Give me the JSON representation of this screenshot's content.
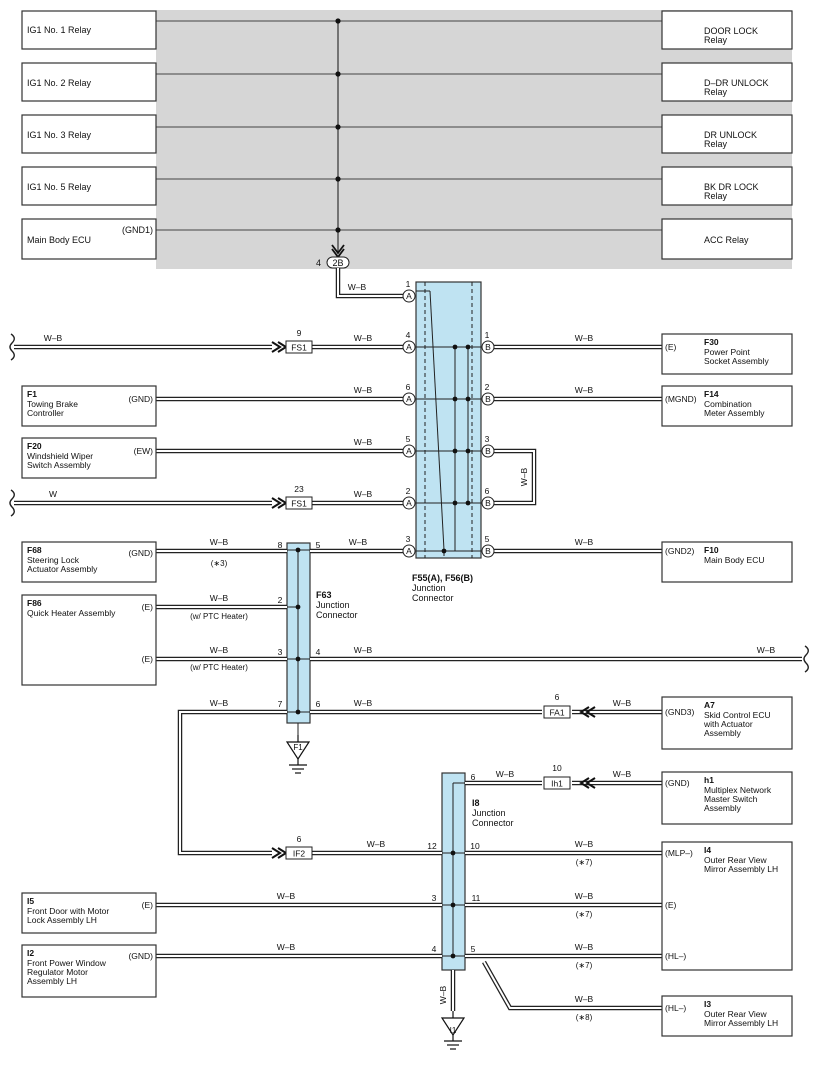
{
  "relays_left": [
    {
      "label": "IG1 No. 1 Relay"
    },
    {
      "label": "IG1 No. 2 Relay"
    },
    {
      "label": "IG1 No. 3 Relay"
    },
    {
      "label": "IG1 No. 5 Relay"
    },
    {
      "label": "Main Body ECU",
      "pin": "(GND1)"
    }
  ],
  "relays_right": [
    {
      "l1": "DOOR LOCK",
      "l2": "Relay"
    },
    {
      "l1": "D–DR UNLOCK",
      "l2": "Relay"
    },
    {
      "l1": "DR UNLOCK",
      "l2": "Relay"
    },
    {
      "l1": "BK DR LOCK",
      "l2": "Relay"
    },
    {
      "l1": "ACC Relay",
      "l2": ""
    }
  ],
  "joint": {
    "num": "4",
    "code": "2B"
  },
  "wire": {
    "wb": "W–B",
    "w": "W"
  },
  "jc_main": {
    "id": "F55(A), F56(B)",
    "name1": "Junction",
    "name2": "Connector",
    "pa": "A",
    "pb": "B"
  },
  "jc_f63": {
    "id": "F63",
    "name1": "Junction",
    "name2": "Connector"
  },
  "jc_i8": {
    "id": "I8",
    "name1": "Junction",
    "name2": "Connector"
  },
  "ground_f1": "F1",
  "ground_i1": "I1",
  "connectors": {
    "fs1": "FS1",
    "fa1": "FA1",
    "ih1": "Ih1",
    "if2": "IF2"
  },
  "components": {
    "f1": {
      "id": "F1",
      "l1": "Towing Brake",
      "l2": "Controller",
      "pin": "(GND)"
    },
    "f20": {
      "id": "F20",
      "l1": "Windshield Wiper",
      "l2": "Switch Assembly",
      "pin": "(EW)"
    },
    "f68": {
      "id": "F68",
      "l1": "Steering Lock",
      "l2": "Actuator Assembly",
      "pin": "(GND)"
    },
    "f86": {
      "id": "F86",
      "l1": "Quick Heater Assembly",
      "pin": "(E)",
      "pin2": "(E)"
    },
    "i5": {
      "id": "I5",
      "l1": "Front Door with Motor",
      "l2": "Lock Assembly LH",
      "pin": "(E)"
    },
    "i2": {
      "id": "I2",
      "l1": "Front Power Window",
      "l2": "Regulator Motor",
      "l3": "Assembly LH",
      "pin": "(GND)"
    },
    "f30": {
      "id": "F30",
      "l1": "Power Point",
      "l2": "Socket Assembly",
      "pin": "(E)"
    },
    "f14": {
      "id": "F14",
      "l1": "Combination",
      "l2": "Meter Assembly",
      "pin": "(MGND)"
    },
    "f10": {
      "id": "F10",
      "l1": "Main Body ECU",
      "pin": "(GND2)"
    },
    "a7": {
      "id": "A7",
      "l1": "Skid Control ECU",
      "l2": "with Actuator",
      "l3": "Assembly",
      "pin": "(GND3)"
    },
    "h1": {
      "id": "h1",
      "l1": "Multiplex Network",
      "l2": "Master Switch",
      "l3": "Assembly",
      "pin": "(GND)"
    },
    "i4": {
      "id": "I4",
      "l1": "Outer Rear View",
      "l2": "Mirror Assembly LH",
      "pin": "(MLP–)",
      "pin2": "(E)",
      "pin3": "(HL–)"
    },
    "i3": {
      "id": "I3",
      "l1": "Outer Rear View",
      "l2": "Mirror Assembly LH",
      "pin": "(HL–)"
    }
  },
  "notes": {
    "n3": "(∗3)",
    "n7": "(∗7)",
    "n8": "(∗8)",
    "ptc": "(w/ PTC Heater)"
  },
  "pins": {
    "a1": "1",
    "a4": "4",
    "a6": "6",
    "a5": "5",
    "a2": "2",
    "a3": "3",
    "b1": "1",
    "b2": "2",
    "b3": "3",
    "b6": "6",
    "b5": "5",
    "fs1_9": "9",
    "fs1_23": "23",
    "fa1_6": "6",
    "ih1_10": "10",
    "if2_6": "6",
    "f63_8": "8",
    "f63_5": "5",
    "f63_2": "2",
    "f63_3": "3",
    "f63_4": "4",
    "f63_7": "7",
    "f63_6": "6",
    "i8_6": "6",
    "i8_12": "12",
    "i8_10": "10",
    "i8_3": "3",
    "i8_11": "11",
    "i8_4": "4",
    "i8_5": "5"
  }
}
